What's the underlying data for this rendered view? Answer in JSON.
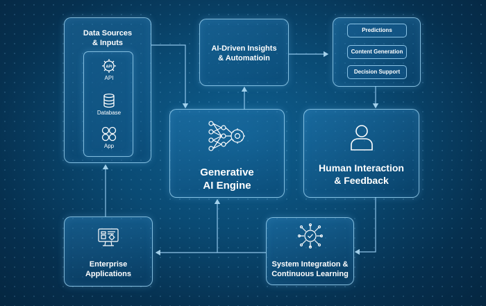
{
  "data_sources": {
    "title": "Data Sources\n& Inputs",
    "items": [
      {
        "label": "API",
        "icon": "api-icon"
      },
      {
        "label": "Database",
        "icon": "database-icon"
      },
      {
        "label": "App",
        "icon": "app-grid-icon"
      }
    ]
  },
  "insights": {
    "title": "AI-Driven Insights\n& Automatioin"
  },
  "outputs": {
    "items": [
      "Predictions",
      "Content Generation",
      "Decision Support"
    ]
  },
  "engine": {
    "title": "Generative\nAI Engine",
    "icon": "neural-network-icon"
  },
  "human": {
    "title": "Human Interaction\n& Feedback",
    "icon": "user-icon"
  },
  "enterprise": {
    "title": "Enterprise\nApplications",
    "icon": "enterprise-computer-icon"
  },
  "system": {
    "title": "System Integration &\nContinuous Learning",
    "icon": "gear-chip-icon"
  },
  "colors": {
    "accent": "#aee1ff",
    "background": "#0a4a73"
  }
}
